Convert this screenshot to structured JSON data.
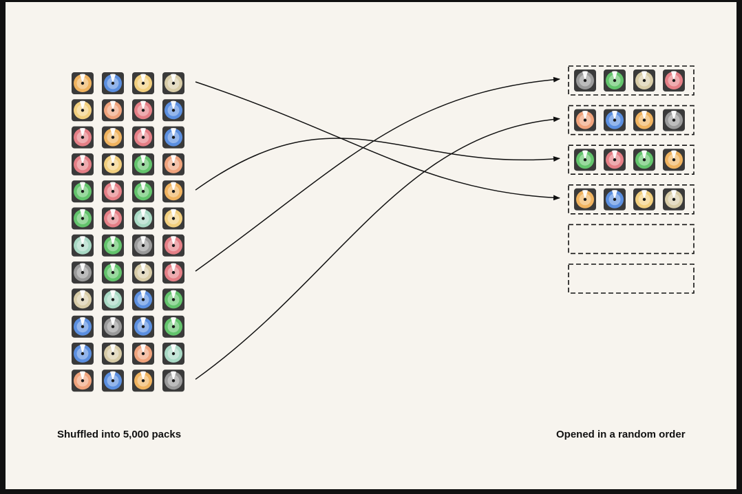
{
  "captions": {
    "left": "Shuffled into 5,000 packs",
    "right": "Opened in a random order"
  },
  "colors": {
    "background": "#f7f4ee",
    "frame": "#111111",
    "arrow": "#111111",
    "disc_palette": {
      "orange": "#f0b35f",
      "yellow": "#f2cf7e",
      "peach": "#f0a37c",
      "red": "#e57f86",
      "blue": "#5b8fe0",
      "green": "#63c46c",
      "mint": "#a8d9c4",
      "gray": "#9a9a9a",
      "beige": "#d8cca7"
    }
  },
  "shuffled_grid": [
    [
      "orange",
      "blue",
      "yellow",
      "beige"
    ],
    [
      "yellow",
      "peach",
      "red",
      "blue"
    ],
    [
      "red",
      "orange",
      "red",
      "blue"
    ],
    [
      "red",
      "yellow",
      "green",
      "peach"
    ],
    [
      "green",
      "red",
      "green",
      "orange"
    ],
    [
      "green",
      "red",
      "mint",
      "yellow"
    ],
    [
      "mint",
      "green",
      "gray",
      "red"
    ],
    [
      "gray",
      "green",
      "beige",
      "red"
    ],
    [
      "beige",
      "mint",
      "blue",
      "green"
    ],
    [
      "blue",
      "gray",
      "blue",
      "green"
    ],
    [
      "blue",
      "beige",
      "peach",
      "mint"
    ],
    [
      "peach",
      "blue",
      "orange",
      "gray"
    ]
  ],
  "opened_packs": [
    [
      "gray",
      "green",
      "beige",
      "red"
    ],
    [
      "peach",
      "blue",
      "orange",
      "gray"
    ],
    [
      "green",
      "red",
      "green",
      "orange"
    ],
    [
      "orange",
      "blue",
      "yellow",
      "beige"
    ],
    [],
    []
  ],
  "arrows": [
    {
      "from_row": 0,
      "to_pack": 3
    },
    {
      "from_row": 4,
      "to_pack": 2
    },
    {
      "from_row": 7,
      "to_pack": 0
    },
    {
      "from_row": 11,
      "to_pack": 1
    }
  ]
}
